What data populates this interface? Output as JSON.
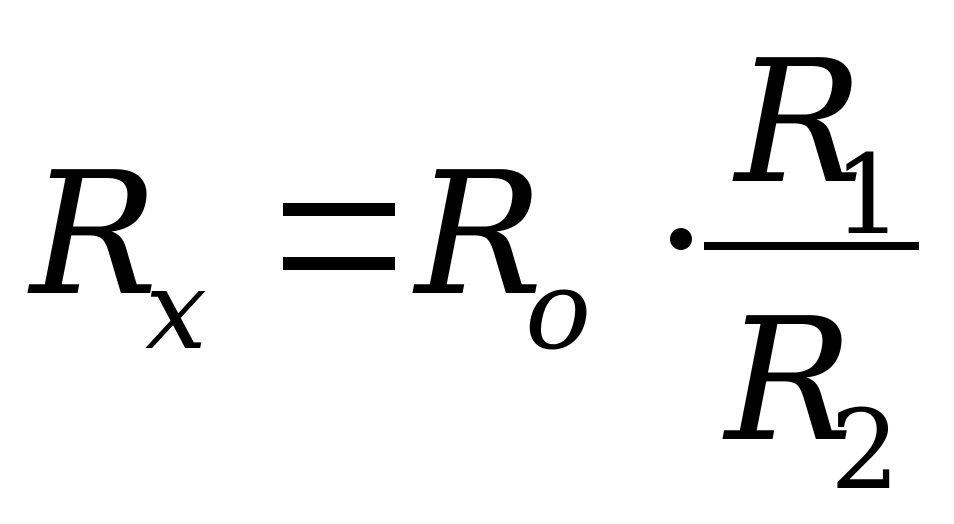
{
  "formula": {
    "lhs": {
      "symbol": "R",
      "subscript": "x"
    },
    "equals": "=",
    "rhs_term": {
      "symbol": "R",
      "subscript": "o"
    },
    "operator": "·",
    "fraction": {
      "numerator": {
        "symbol": "R",
        "subscript": "1"
      },
      "denominator": {
        "symbol": "R",
        "subscript": "2"
      }
    }
  }
}
